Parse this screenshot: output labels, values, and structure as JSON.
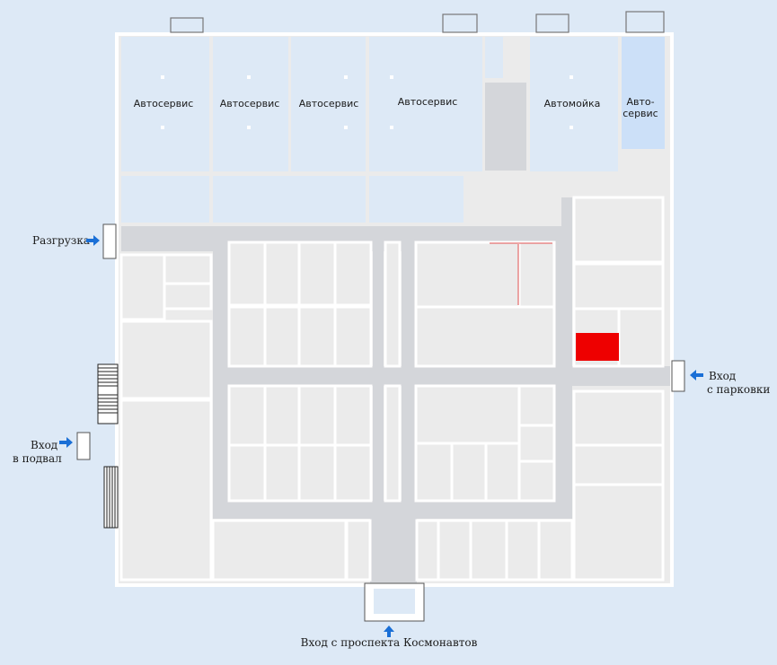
{
  "colors": {
    "background": "#dde9f6",
    "wall": "#ffffff",
    "room": "#ebebeb",
    "corridor": "#d4d6da",
    "service_room": "#dde9f6",
    "highlight": "#ee0000",
    "arrow": "#1a6fd6"
  },
  "rooms": {
    "autoservice_1": "Автосервис",
    "autoservice_2": "Автосервис",
    "autoservice_3": "Автосервис",
    "autoservice_4": "Автосервис",
    "carwash": "Автомойка",
    "autoservice_5_line1": "Авто-",
    "autoservice_5_line2": "сервис"
  },
  "entrances": {
    "unloading": "Разгрузка",
    "parking_line1": "Вход",
    "parking_line2": "с парковки",
    "basement_line1": "Вход",
    "basement_line2": "в подвал",
    "main": "Вход с проспекта Космонавтов"
  },
  "icons": {
    "arrow": "arrow-right-icon",
    "arrow_left": "arrow-left-icon",
    "arrow_up": "arrow-up-icon",
    "stairs": "stairs-icon",
    "door": "door-icon"
  }
}
